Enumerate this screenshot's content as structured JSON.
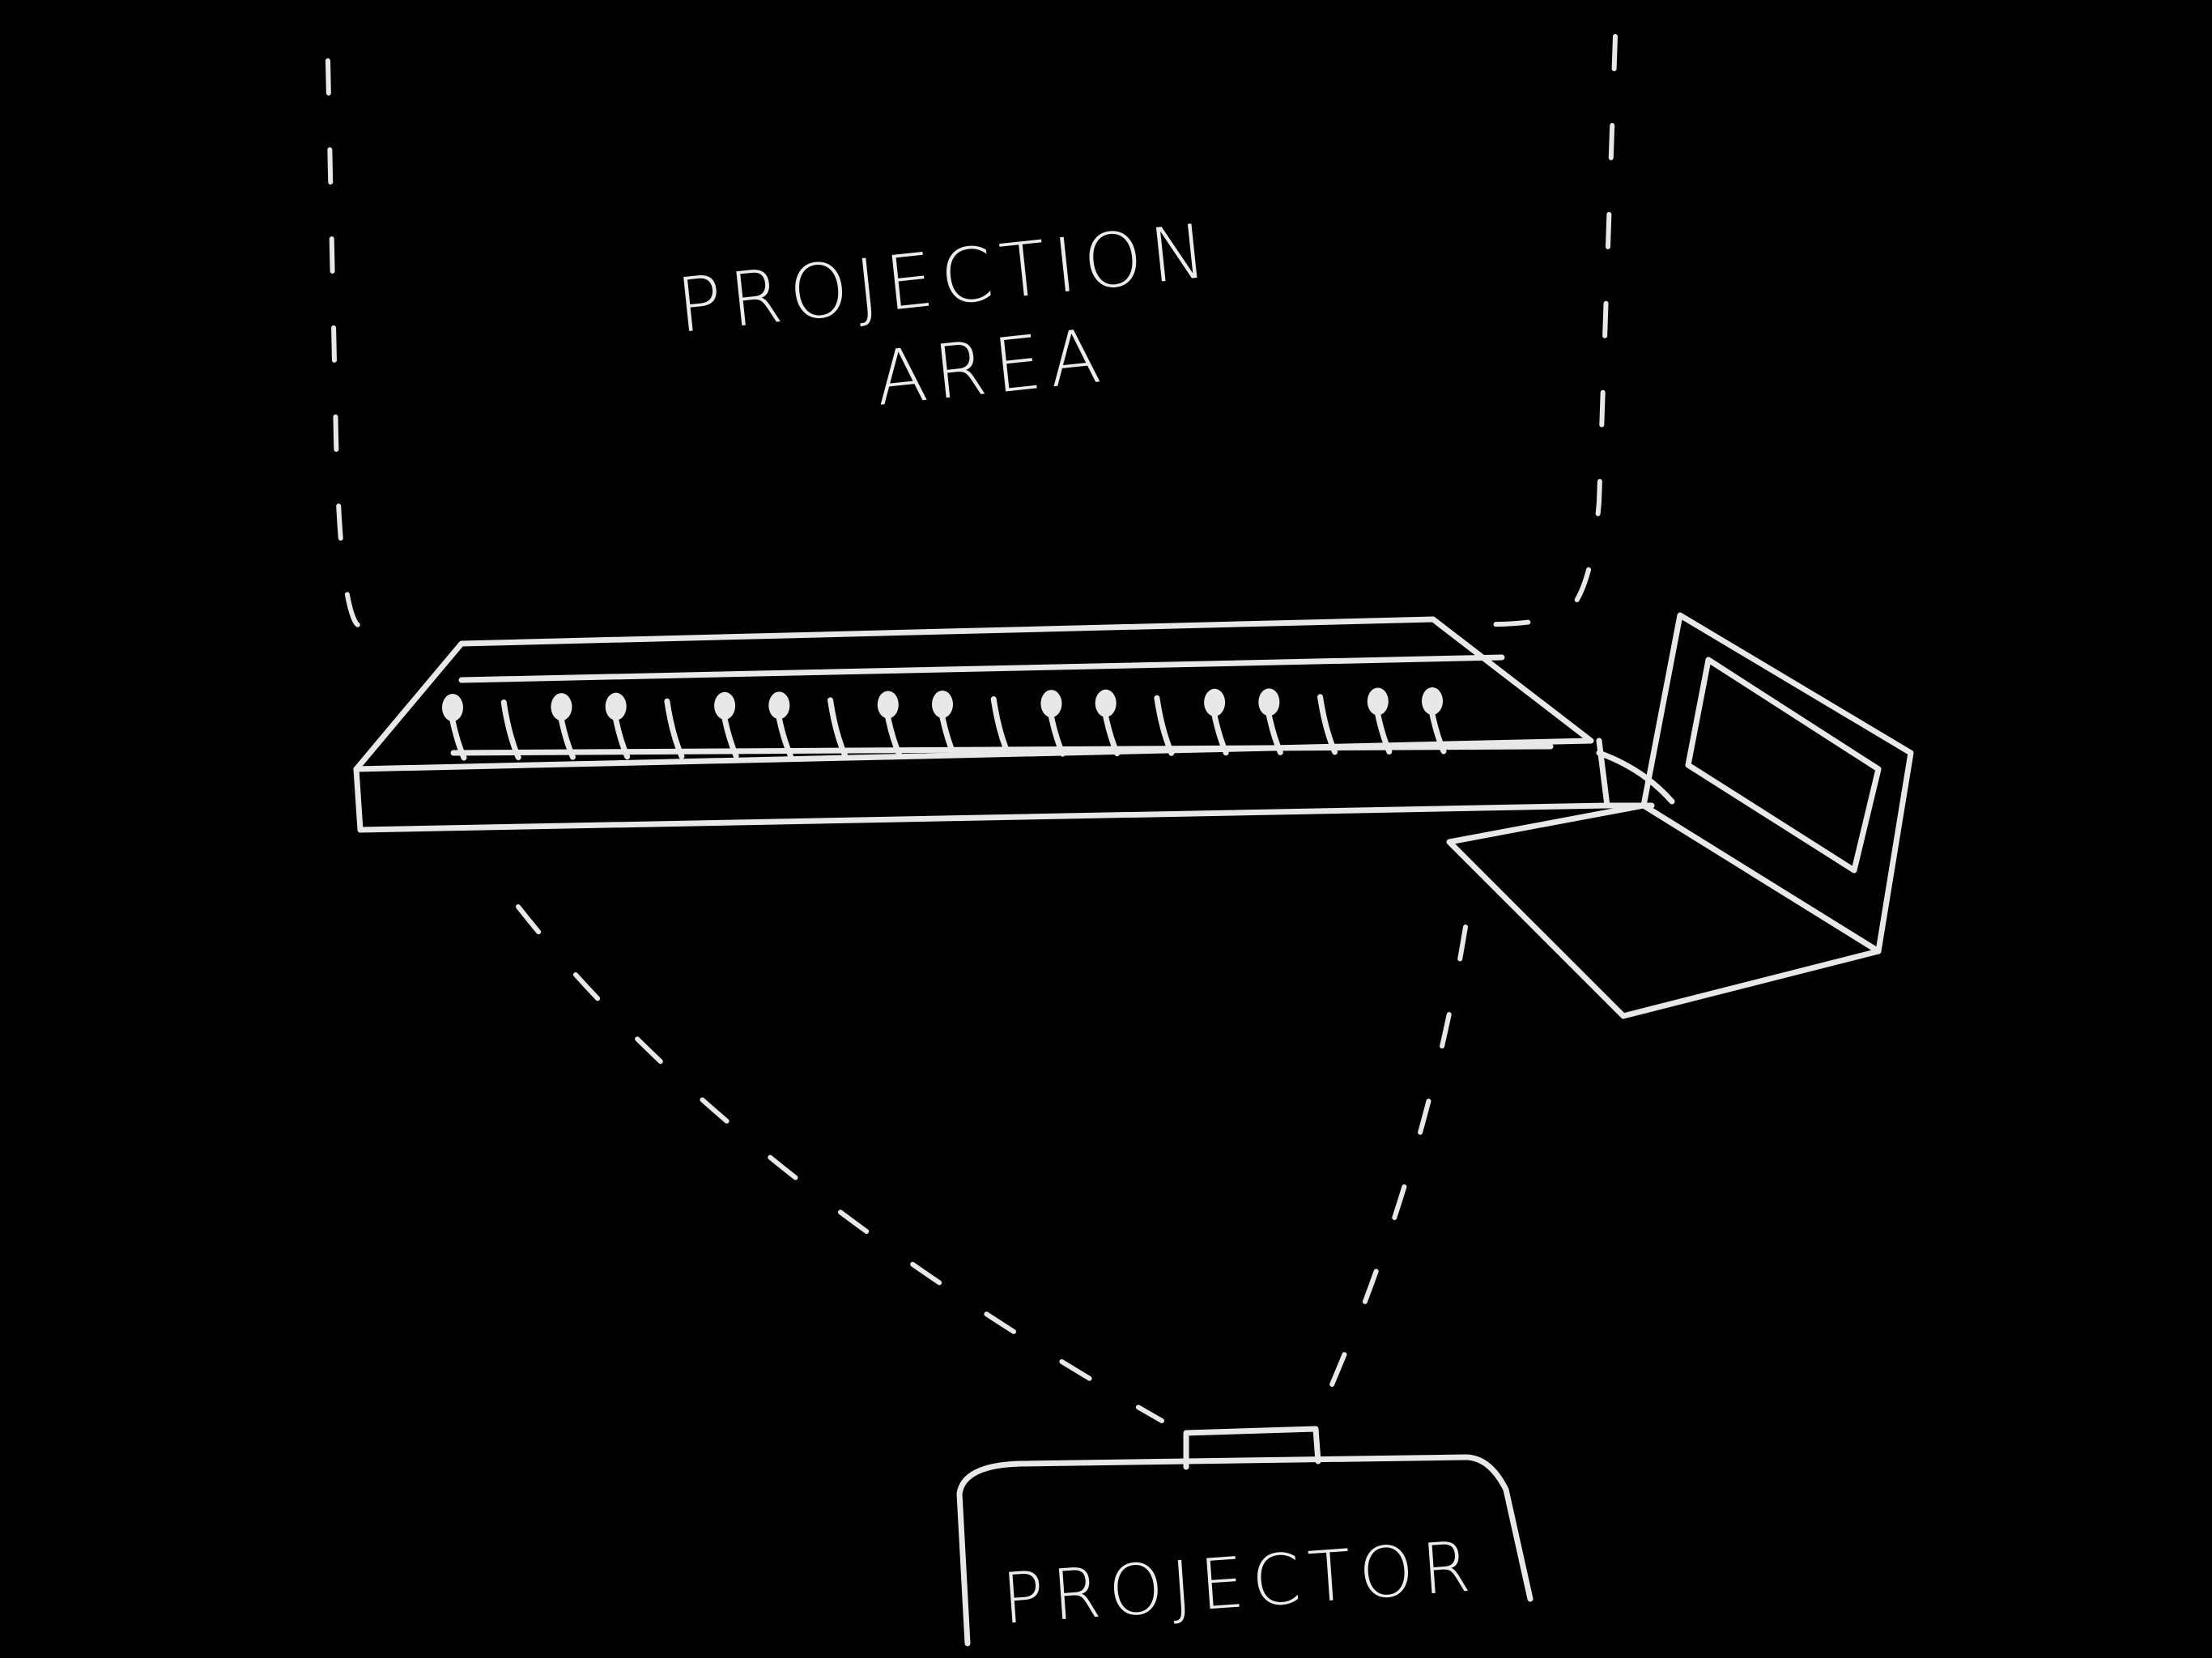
{
  "labels": {
    "area_line1": "PROJECTION",
    "area_line2": "AREA",
    "projector": "PROJECTOR"
  },
  "colors": {
    "background": "#000000",
    "chalk": "#e8e8e8"
  }
}
